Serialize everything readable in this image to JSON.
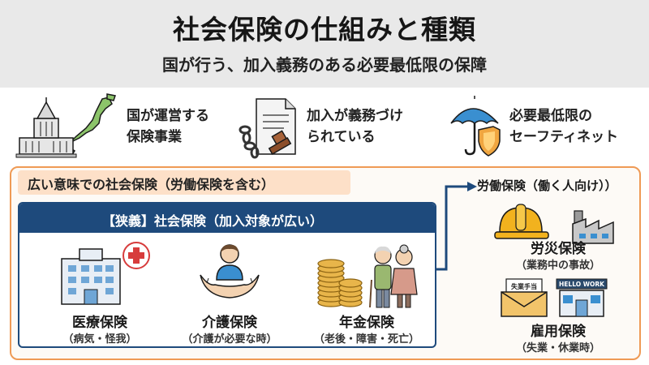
{
  "header": {
    "title": "社会保険の仕組みと種類",
    "subtitle": "国が行う、加入義務のある必要最低限の保障"
  },
  "features": [
    {
      "icon": "parliament-japan-map-icon",
      "line1": "国が運営する",
      "line2": "保険事業"
    },
    {
      "icon": "document-stamp-chain-icon",
      "line1": "加入が義務づけ",
      "line2": "られている"
    },
    {
      "icon": "umbrella-shield-icon",
      "line1": "必要最低限の",
      "line2": "セーフティネット"
    }
  ],
  "broad": {
    "label": "広い意味での社会保険（労働保険を含む）"
  },
  "narrow": {
    "label": "【狭義】社会保険（加入対象が広い）",
    "items": [
      {
        "icon": "hospital-icon",
        "name": "医療保険",
        "desc": "（病気・怪我）"
      },
      {
        "icon": "caregiver-hands-icon",
        "name": "介護保険",
        "desc": "（介護が必要な時）"
      },
      {
        "icon": "coins-elderly-couple-icon",
        "name": "年金保険",
        "desc": "（老後・障害・死亡）"
      }
    ]
  },
  "labor": {
    "label": "労働保険（働く人向け））",
    "items": [
      {
        "icon": "hardhat-factory-icon",
        "name": "労災保険",
        "desc": "（業務中の事故）"
      },
      {
        "icon": "envelope-hellowork-icon",
        "name": "雇用保険",
        "desc": "（失業・休業時）",
        "envelope_text": "失業手当",
        "sign_text": "HELLO WORK"
      }
    ]
  },
  "colors": {
    "header_bg": "#e9e9e9",
    "broad_border": "#ef9a55",
    "broad_label_bg": "#fde0c8",
    "narrow_navy": "#1e4a7c"
  }
}
